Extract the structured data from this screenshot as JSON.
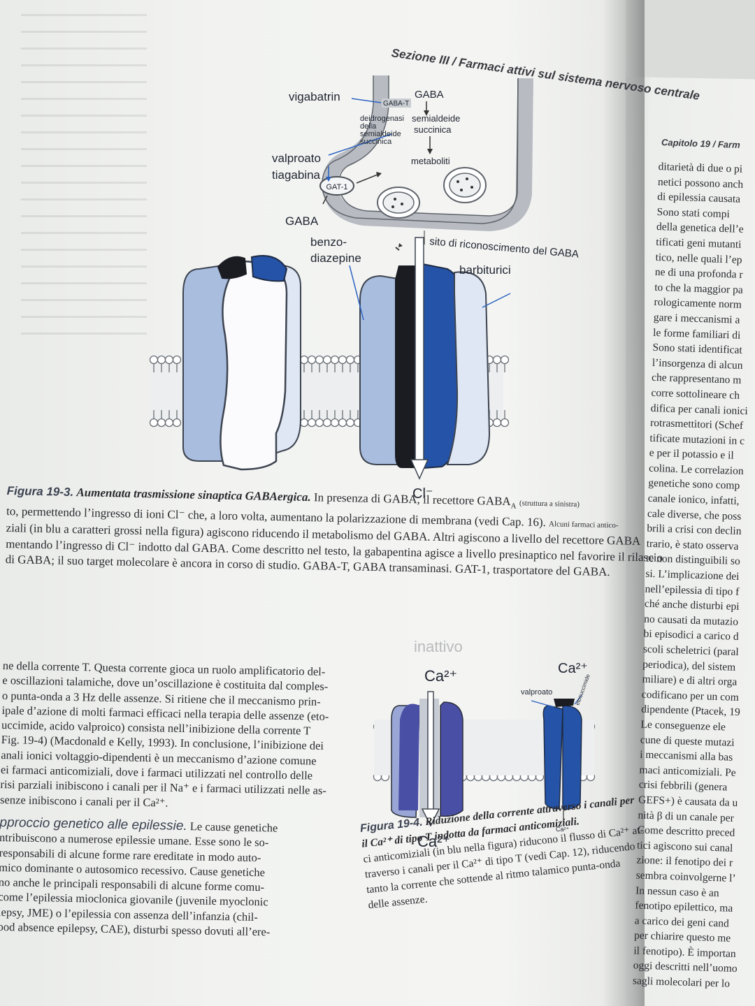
{
  "header": {
    "left": "Sezione III / Farmaci attivi sul sistema nervoso centrale"
  },
  "figure_19_3": {
    "labels": {
      "vigabatrin": "vigabatrin",
      "gaba_top": "GABA",
      "gaba_t": "GABA-T",
      "semialdeide_succinica": "semialdeide succinica",
      "semialdeide_line1": "semialdeide",
      "semialdeide_line2": "succinica",
      "deidrogenasi_l1": "deidrogenasi",
      "deidrogenasi_l2": "della",
      "deidrogenasi_l3": "semialdeide",
      "deidrogenasi_l4": "succinica",
      "valproato": "valproato",
      "tiagabina": "tiagabina",
      "metaboliti": "metaboliti",
      "gat1": "GAT-1",
      "gaba_left": "GABA",
      "benzo_l1": "benzo-",
      "benzo_l2": "diazepine",
      "sito": "sito di riconoscimento del GABA",
      "barbiturici": "barbiturici",
      "cl": "Cl⁻"
    }
  },
  "caption_19_3": {
    "label": "Figura 19-3.",
    "title": "Aumentata trasmissione sinaptica GABAergica.",
    "line1_rest": "In presenza di GABA, il recettore GABA",
    "line1_sub": "A",
    "line1_small": "(struttura a sinistra)",
    "line2": "to, permettendo l’ingresso di ioni Cl⁻ che, a loro volta, aumentano la polarizzazione di membrana (vedi Cap. 16).",
    "line2_small": "Alcuni farmaci antico-",
    "line3": "ziali (in blu a caratteri grossi nella figura) agiscono riducendo il metabolismo del GABA. Altri agiscono a livello del recettore GABA",
    "line4": "mentando l’ingresso di Cl⁻ indotto dal GABA. Come descritto nel testo, la gabapentina agisce a livello presinaptico nel favorire il rilascio",
    "line5": "di GABA; il suo target molecolare è ancora in corso di studio. GABA-T, GABA transaminasi. GAT-1, trasportatore del GABA."
  },
  "body_left": {
    "lines": [
      "ne della corrente T. Questa corrente gioca un ruolo amplificatorio del-",
      "e oscillazioni talamiche, dove un’oscillazione è costituita dal comples-",
      "o punta-onda a 3 Hz delle assenze. Si ritiene che il meccanismo prin-",
      "ipale d’azione di molti farmaci efficaci nella terapia delle assenze (eto-",
      "uccimide, acido valproico) consista nell’inibizione della corrente T",
      "Fig. 19-4) (Macdonald e Kelly, 1993). In conclusione, l’inibizione dei",
      "anali ionici voltaggio-dipendenti è un meccanismo d’azione comune",
      "ei farmaci anticomiziali, dove i farmaci utilizzati nel controllo delle",
      "risi parziali inibiscono i canali per il Na⁺ e i farmaci utilizzati nelle as-",
      "senze inibiscono i canali per il Ca²⁺."
    ],
    "section_title": "pproccio genetico alle epilessie.",
    "section_lines": [
      "Le cause genetiche",
      "ntribuiscono a numerose epilessie umane. Esse sono le so-",
      "responsabili di alcune forme rare ereditate in modo auto-",
      "mico dominante o autosomico recessivo. Cause genetiche",
      "no anche le principali responsabili di alcune forme comu-",
      "come l’epilessia mioclonica giovanile (juvenile myoclonic",
      "lepsy, JME) o l’epilessia con assenza dell’infanzia (chil-",
      "ood absence epilepsy, CAE), disturbi spesso dovuti all’ere-"
    ]
  },
  "figure_19_4": {
    "labels": {
      "ca_top_left": "Ca²⁺",
      "ca_top_right": "Ca²⁺",
      "valproato": "valproato",
      "etosuccimide": "etosuccimide",
      "ca_bottom": "Ca²⁺",
      "ca_small": "Ca²⁺",
      "inattivo": "inattivo"
    }
  },
  "caption_19_4": {
    "label": "Figura 19-4.",
    "title_l1": "Riduzione della corrente attraverso i canali per",
    "title_l2": "il Ca²⁺ di tipo T indotta da farmaci anticomiziali.",
    "line3": "ci anticomiziali (in blu nella figura) riducono il flusso di Ca²⁺ at-",
    "line4": "traverso i canali per il Ca²⁺ di tipo T (vedi Cap. 12), riducendo",
    "line5": "tanto la corrente che sottende al ritmo talamico punta-onda",
    "line6": "delle assenze."
  },
  "right_page": {
    "header": "Capitolo 19 / Farm",
    "lines": [
      "ditarietà di due o pi",
      "netici possono anch",
      "di epilessia causata",
      "   Sono stati compi",
      "della genetica dell’e",
      "tificati geni mutanti",
      "tico, nelle quali l’ep",
      "ne di una profonda r",
      "to che la maggior pa",
      "rologicamente norm",
      "gare i meccanismi a",
      "le forme familiari di",
      "Sono stati identificat",
      "l’insorgenza di alcun",
      "che rappresentano m",
      "corre sottolineare ch",
      "difica per canali ionici",
      "rotrasmettitori (Schef",
      "tificate mutazioni in c",
      "e per il potassio e il",
      "colina. Le correlazion",
      "genetiche sono comp",
      "canale ionico, infatti,",
      "cale diverse, che poss",
      "brili a crisi con declin",
      "trario, è stato osserva",
      "te non distinguibili so",
      "si. L’implicazione dei",
      "nell’epilessia di tipo f",
      "ché anche disturbi epi",
      "no causati da mutazio",
      "bi episodici a carico d",
      "scoli scheletrici (paral",
      "periodica), del sistem",
      "miliare) e di altri orga",
      "codificano per un com",
      "dipendente (Ptacek, 19",
      "   Le conseguenze ele",
      "cune di queste mutazi",
      "i meccanismi alla bas",
      "maci anticomiziali. Pe",
      "crisi febbrili (genera",
      "GEFS+) è causata da u",
      "nità β di un canale per",
      "Come descritto preced",
      "tici agiscono sui canal",
      "zione: il fenotipo dei r",
      "sembra coinvolgerne l’",
      "   In nessun caso è an",
      "fenotipo epilettico, ma",
      "a carico dei geni cand",
      "per chiarire questo me",
      "il fenotipo). È importan",
      "oggi descritti nell’uomo",
      "sagli molecolari per lo"
    ]
  }
}
